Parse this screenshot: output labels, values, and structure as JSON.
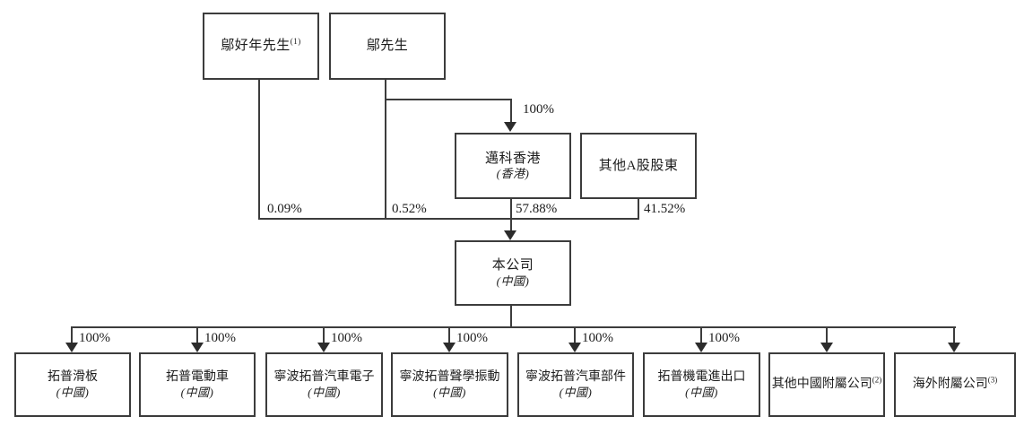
{
  "diagram": {
    "shareholders": {
      "person1": {
        "name": "鄔好年先生",
        "sup": "(1)"
      },
      "person2": {
        "name": "鄔先生"
      },
      "maike": {
        "name": "邁科香港",
        "place": "(香港)",
        "received_pct": "100%"
      },
      "other_a": {
        "name": "其他A股股東"
      }
    },
    "ownership_in_company": {
      "person1_pct": "0.09%",
      "person2_pct": "0.52%",
      "maike_pct": "57.88%",
      "other_a_pct": "41.52%"
    },
    "company": {
      "name": "本公司",
      "place": "(中國)"
    },
    "subsidiaries": [
      {
        "name": "拓普滑板",
        "place": "(中國)",
        "pct": "100%"
      },
      {
        "name": "拓普電動車",
        "place": "(中國)",
        "pct": "100%"
      },
      {
        "name": "寧波拓普汽車電子",
        "place": "(中國)",
        "pct": "100%"
      },
      {
        "name": "寧波拓普聲學振動",
        "place": "(中國)",
        "pct": "100%"
      },
      {
        "name": "寧波拓普汽車部件",
        "place": "(中國)",
        "pct": "100%"
      },
      {
        "name": "拓普機電進出口",
        "place": "(中國)",
        "pct": "100%"
      },
      {
        "name": "其他中國附屬公司",
        "sup": "(2)"
      },
      {
        "name": "海外附屬公司",
        "sup": "(3)"
      }
    ],
    "colors": {
      "line": "#3c3c3c",
      "text": "#1c1c1c",
      "background": "#ffffff"
    }
  }
}
